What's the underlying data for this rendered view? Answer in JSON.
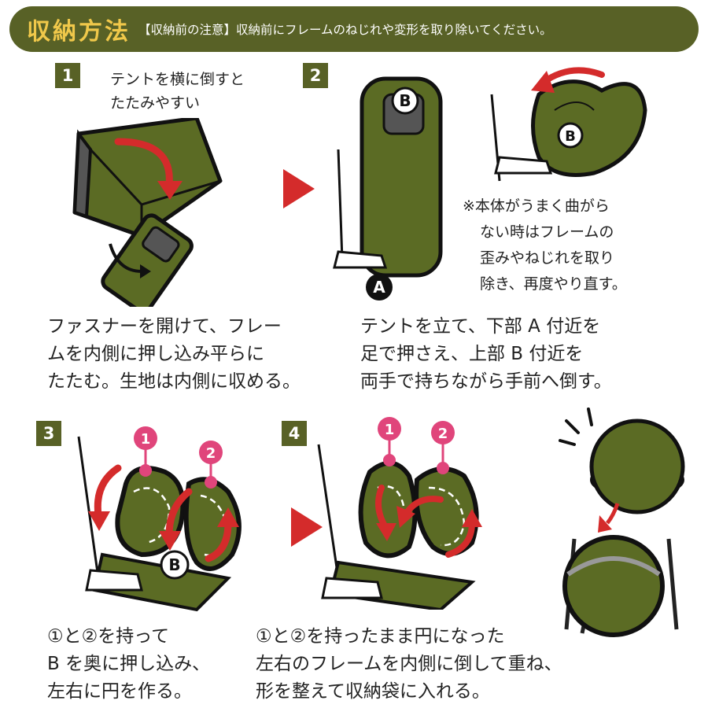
{
  "header": {
    "title": "収納方法",
    "subtitle": "【収納前の注意】収納前にフレームのねじれや変形を取り除いてください。"
  },
  "steps": [
    {
      "num": "1",
      "tip": [
        "テントを横に倒すと",
        "たたみやすい"
      ],
      "caption": [
        "ファスナーを開けて、フレー",
        "ムを内側に押し込み平らに",
        "たたむ。生地は内側に収める。"
      ]
    },
    {
      "num": "2",
      "markers": [
        "A",
        "B"
      ],
      "note": [
        "※本体がうまく曲がら",
        "ない時はフレームの",
        "歪みやねじれを取り",
        "除き、再度やり直す。"
      ],
      "caption": [
        "テントを立て、下部 A 付近を",
        "足で押さえ、上部 B 付近を",
        "両手で持ちながら手前へ倒す。"
      ]
    },
    {
      "num": "3",
      "markers": [
        "1",
        "2",
        "B"
      ],
      "caption": [
        "①と②を持って",
        "B を奥に押し込み、",
        "左右に円を作る。"
      ]
    },
    {
      "num": "4",
      "markers": [
        "1",
        "2"
      ],
      "caption": [
        "①と②を持ったまま円になった",
        "左右のフレームを内側に倒して重ね、",
        "形を整えて収納袋に入れる。"
      ]
    }
  ],
  "colors": {
    "olive": "#586126",
    "tent_green": "#5b6b24",
    "title_yellow": "#f0c84a",
    "arrow_red": "#d42b2b",
    "pin_pink": "#e0457b"
  }
}
